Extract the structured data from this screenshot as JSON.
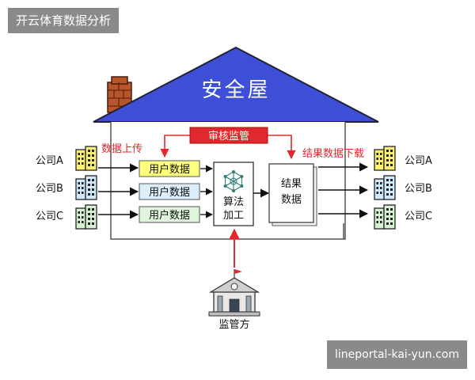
{
  "brand_tag": "开云体育数据分析",
  "url_tag": "lineportal-kai-yun.com",
  "roof_title": "安全屋",
  "audit_label": "审核监管",
  "upload_label": "数据上传",
  "download_label": "结果数据下载",
  "companies_left": [
    "公司A",
    "公司B",
    "公司C"
  ],
  "user_data_boxes": [
    "用户数据",
    "用户数据",
    "用户数据"
  ],
  "algorithm_lines": [
    "算法",
    "加工"
  ],
  "result_lines": [
    "结果",
    "数据"
  ],
  "companies_right": [
    "公司A",
    "公司B",
    "公司C"
  ],
  "supervisor_label": "监管方",
  "colors": {
    "roof_blue": "#3d4fd6",
    "audit_red": "#e0282d",
    "box_yellow": "#ffff80",
    "box_blue": "#dceefa",
    "box_green": "#dff5dc",
    "chimney": "#b8552b"
  }
}
